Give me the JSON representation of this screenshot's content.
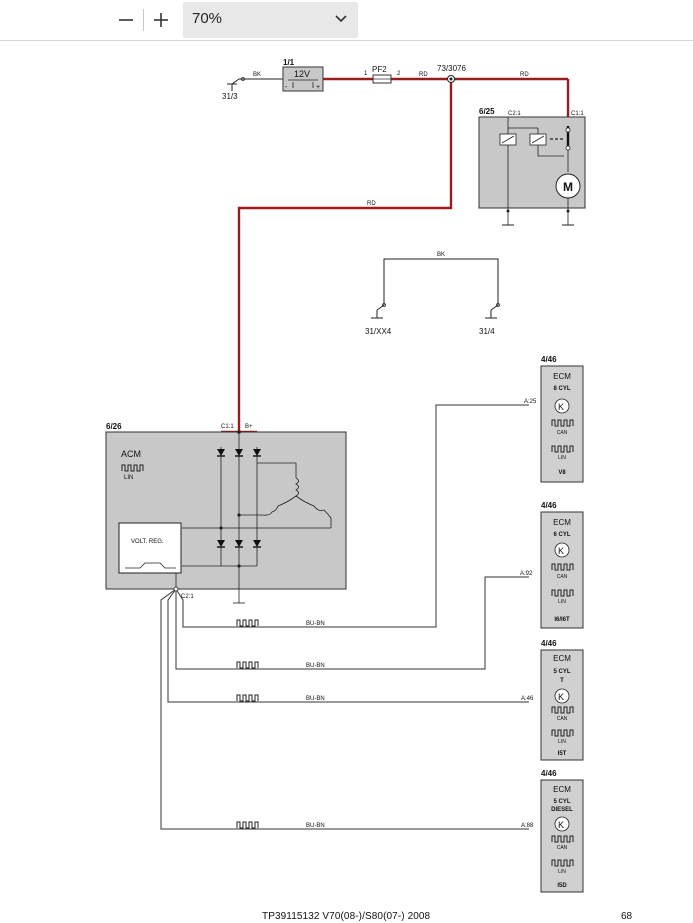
{
  "toolbar": {
    "zoom_out_icon": "minus-icon",
    "zoom_in_icon": "plus-icon",
    "zoom_value": "70%",
    "dropdown_icon": "chevron-down-icon"
  },
  "colors": {
    "power_wire": "#9b1c1c",
    "wire": "#333333",
    "component_fill": "#c8c8c8",
    "module_fill": "#d0d0d0"
  },
  "diagram": {
    "ground_31_3": "31/3",
    "wire_bk_top": "BK",
    "battery_id": "1/1",
    "battery_label": "12V",
    "battery_plus": "+",
    "battery_minus": "-",
    "fuse_pin1": "1",
    "fuse_label": "PF2",
    "fuse_pin2": "2",
    "wire_rd_1": "RD",
    "splice_label": "73/3076",
    "wire_rd_2": "RD",
    "wire_rd_3": "RD",
    "starter": {
      "id": "6/25",
      "conn_c2": "C2:1",
      "conn_c1": "C1:1",
      "motor": "M"
    },
    "ground_block": {
      "wire": "BK",
      "left": "31/XX4",
      "right": "31/4"
    },
    "alternator": {
      "id": "6/26",
      "name": "ACM",
      "lin": "LIN",
      "conn_c1": "C1:1",
      "conn_bplus": "B+",
      "regulator": "VOLT. REG.",
      "conn_c2": "C2:1"
    },
    "bus_wires": [
      "BU-BN",
      "BU-BN",
      "BU-BN",
      "BU-BN"
    ],
    "ecms": [
      {
        "id": "4/46",
        "title": "ECM",
        "variant": "8 CYL",
        "variant2": "",
        "can": "CAN",
        "lin": "LIN",
        "code": "V8",
        "pin": "A:25"
      },
      {
        "id": "4/46",
        "title": "ECM",
        "variant": "6 CYL",
        "variant2": "",
        "can": "CAN",
        "lin": "LIN",
        "code": "I6/I6T",
        "pin": "A:92"
      },
      {
        "id": "4/46",
        "title": "ECM",
        "variant": "5 CYL",
        "variant2": "T",
        "can": "CAN",
        "lin": "LIN",
        "code": "I5T",
        "pin": "A:46"
      },
      {
        "id": "4/46",
        "title": "ECM",
        "variant": "5 CYL",
        "variant2": "DIESEL",
        "can": "CAN",
        "lin": "LIN",
        "code": "I5D",
        "pin": "A:88"
      }
    ]
  },
  "footer": {
    "doc": "TP39115132 V70(08-)/S80(07-) 2008",
    "page": "68"
  }
}
